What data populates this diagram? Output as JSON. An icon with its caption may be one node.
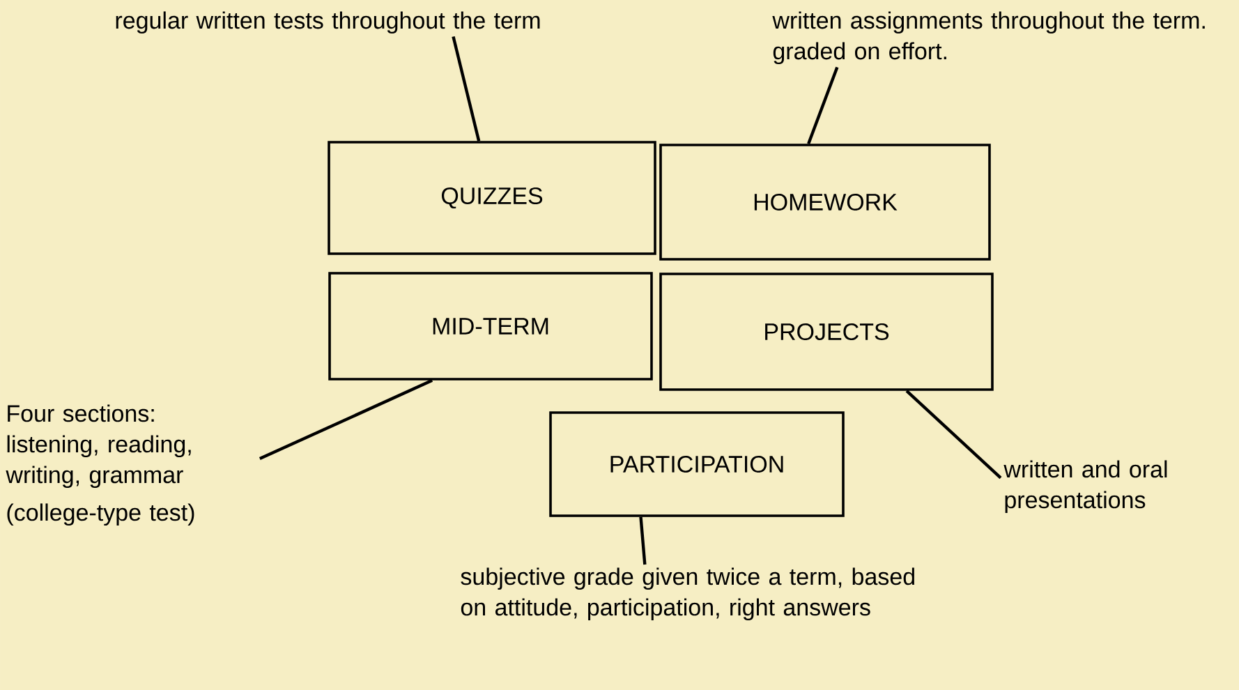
{
  "diagram": {
    "nodes": [
      {
        "text": [
          "regular written tests throughout the term"
        ]
      },
      {
        "text": [
          "written assignments throughout the term.  graded on effort."
        ]
      },
      {
        "text": [
          "QUIZZES"
        ]
      },
      {
        "text": [
          "HOMEWORK"
        ]
      },
      {
        "text": [
          "MID-TERM"
        ]
      },
      {
        "text": [
          "PROJECTS"
        ]
      },
      {
        "text": [
          "PARTICIPATION"
        ]
      },
      {
        "text": [
          "Four sections: listening, reading, writing, grammar",
          "(college-type test)"
        ]
      },
      {
        "text": [
          "written and oral presentations"
        ]
      },
      {
        "text": [
          "subjective grade given twice a term, based on attitude, participation, right answers"
        ]
      }
    ],
    "edges": [
      {
        "from": 0,
        "to": 2,
        "arrow": "none"
      },
      {
        "from": 1,
        "to": 3,
        "arrow": "none"
      },
      {
        "from": 7,
        "to": 4,
        "arrow": "none"
      },
      {
        "from": 8,
        "to": 5,
        "arrow": "none"
      },
      {
        "from": 9,
        "to": 6,
        "arrow": "none"
      }
    ]
  }
}
